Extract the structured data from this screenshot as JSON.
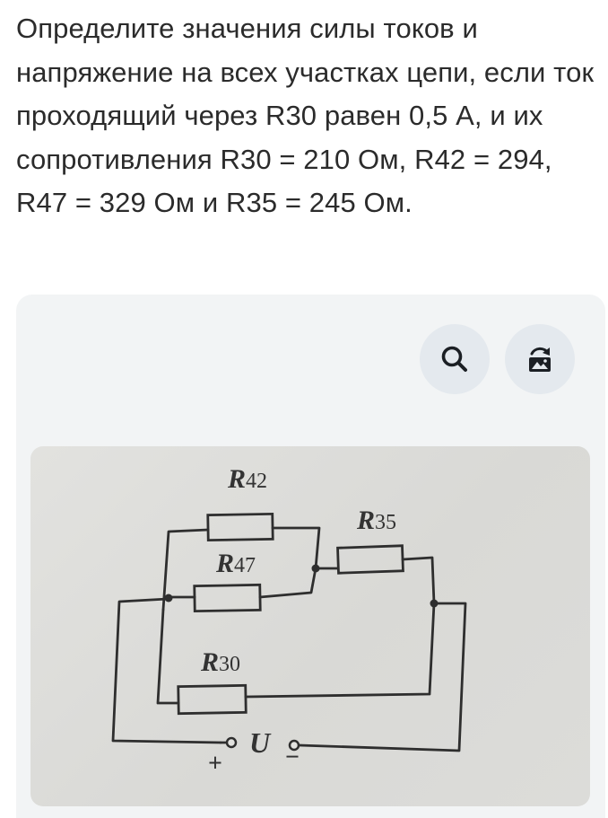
{
  "question": {
    "text": "Определите значения силы токов и напряжение на всех участках цепи, если ток проходящий через R30 равен 0,5 А, и их сопротивления R30 = 210 Ом, R42 = 294, R47 = 329 Ом и R35 = 245 Ом."
  },
  "attachment": {
    "zoom_icon": "search-icon",
    "rotate_icon": "rotate-image-icon",
    "circuit": {
      "labels": {
        "r42_letter": "R",
        "r42_num": "42",
        "r47_letter": "R",
        "r47_num": "47",
        "r35_letter": "R",
        "r35_num": "35",
        "r30_letter": "R",
        "r30_num": "30",
        "voltage": "U",
        "plus": "+",
        "minus": "−"
      }
    }
  },
  "colors": {
    "text": "#2b2b2b",
    "card_background": "#f2f4f5",
    "button_background": "#e4e9ee",
    "icon": "#1b1f24",
    "ink": "#2e2e2e"
  }
}
